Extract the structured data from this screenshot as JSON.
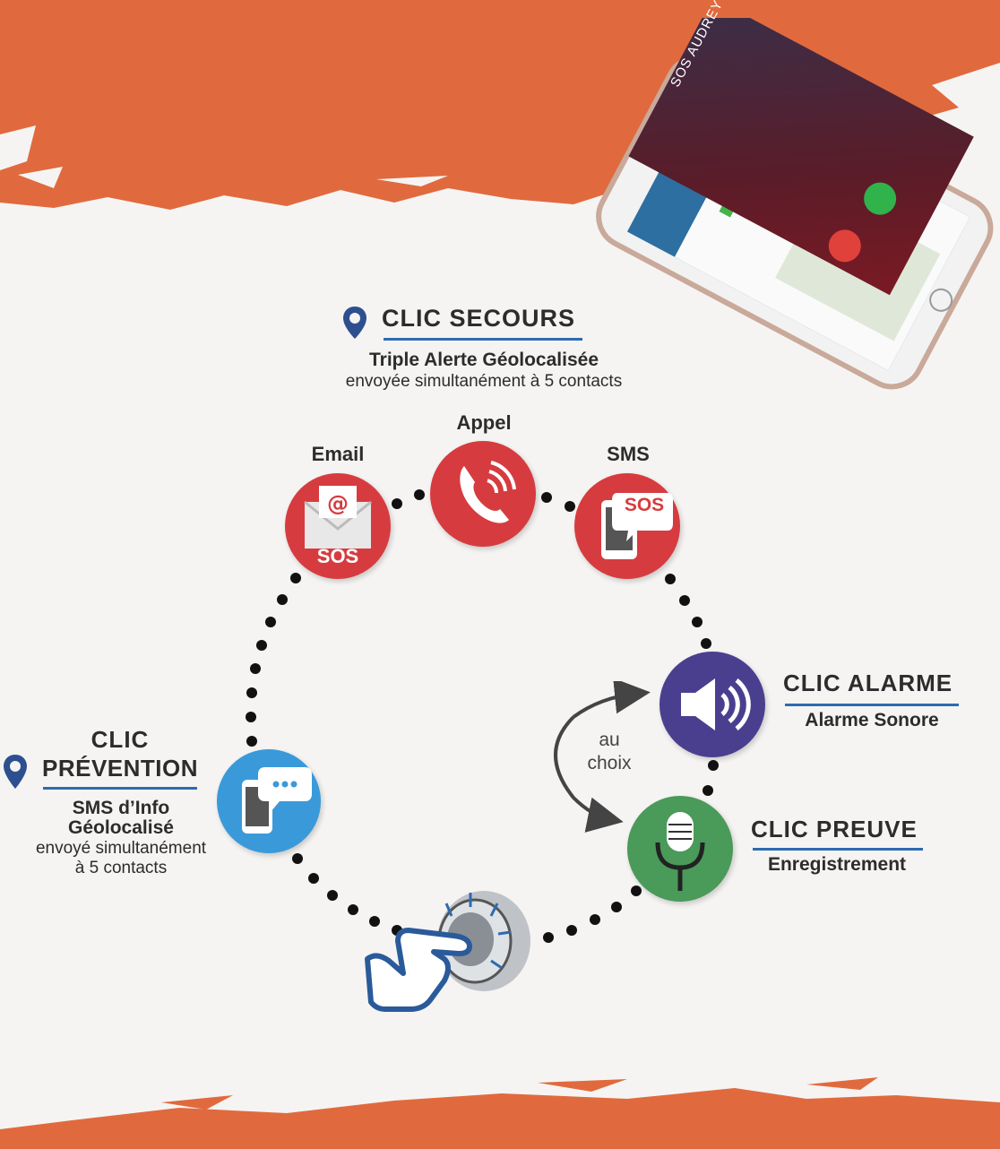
{
  "secours": {
    "title": "CLIC  SECOURS",
    "line1": "Triple Alerte Géolocalisée",
    "line2": "envoyée simultanément à 5 contacts"
  },
  "channels": {
    "email": "Email",
    "appel": "Appel",
    "sms": "SMS",
    "sos": "SOS"
  },
  "alarme": {
    "title": "CLIC ALARME",
    "subtitle": "Alarme Sonore"
  },
  "preuve": {
    "title": "CLIC PREUVE",
    "subtitle": "Enregistrement"
  },
  "prevention": {
    "title1": "CLIC",
    "title2": "PRÉVENTION",
    "line1": "SMS d’Info",
    "line2": "Géolocalisé",
    "line3": "envoyé simultanément",
    "line4": "à 5 contacts"
  },
  "choice": {
    "line1": "au",
    "line2": "choix"
  },
  "phone": {
    "caller": "SOS AUDREY"
  },
  "colors": {
    "orange": "#e06a3e",
    "red": "#d63c3f",
    "purple": "#4a3f8f",
    "green": "#4a9a5a",
    "blue": "#3a9ad9",
    "rule": "#2e6bb0"
  }
}
